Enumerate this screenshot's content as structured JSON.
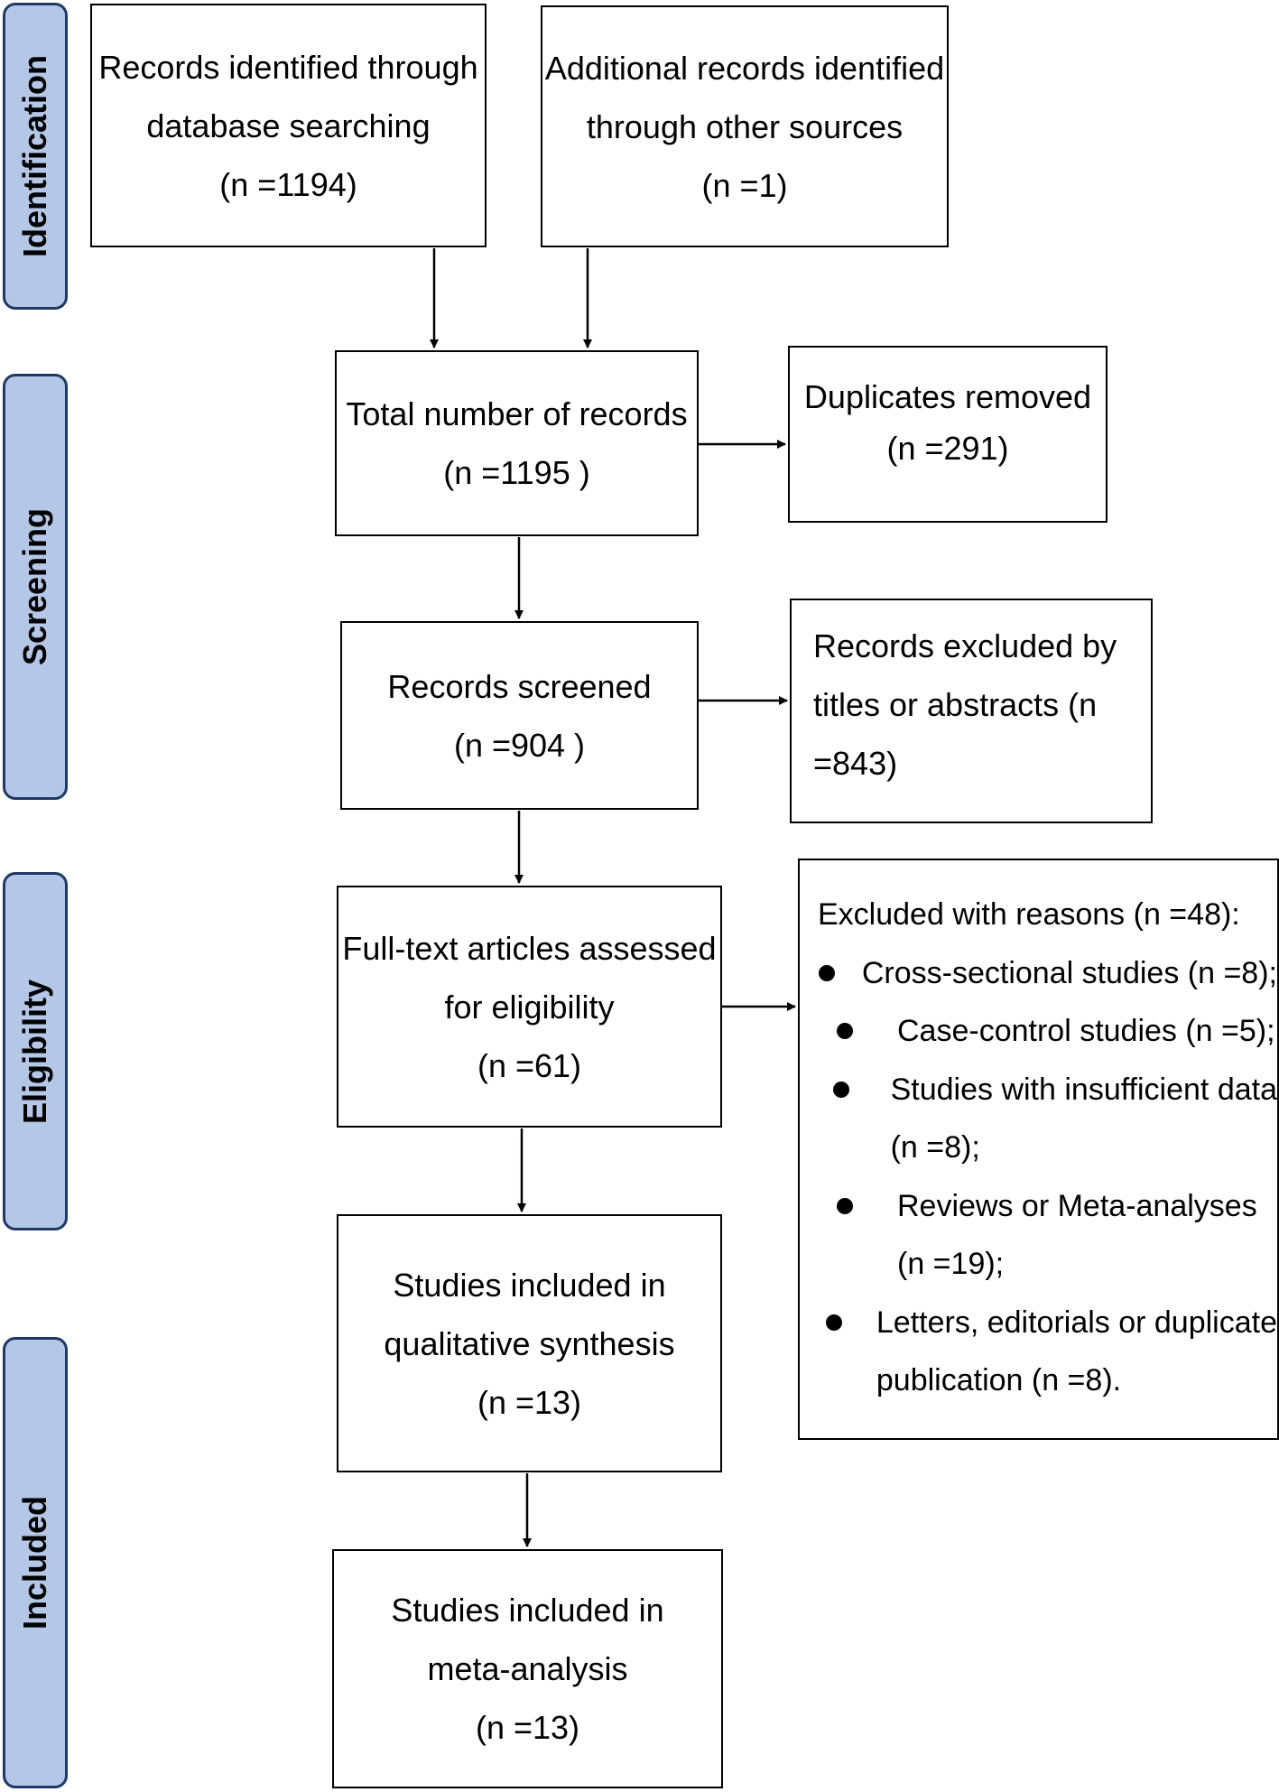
{
  "stages": {
    "identification": "Identification",
    "screening": "Screening",
    "eligibility": "Eligibility",
    "included": "Included"
  },
  "boxes": {
    "database": [
      "Records identified through",
      "database searching",
      "(n =1194)"
    ],
    "other": [
      "Additional records identified",
      "through other sources",
      "(n =1)"
    ],
    "total": [
      "Total number of records",
      "(n =1195 )"
    ],
    "duplicates": [
      "Duplicates removed",
      "(n =291)"
    ],
    "screened": [
      "Records screened",
      "(n =904 )"
    ],
    "excluded_titles": [
      "Records excluded by",
      "titles or abstracts (n",
      "=843)"
    ],
    "fulltext": [
      "Full-text articles assessed",
      "for eligibility",
      "(n =61)"
    ],
    "qualitative": [
      "Studies included in",
      "qualitative synthesis",
      "(n =13)"
    ],
    "meta": [
      "Studies included in",
      "meta-analysis",
      "(n =13)"
    ]
  },
  "excluded_reasons": {
    "heading": "Excluded with reasons (n =48):",
    "items": [
      [
        "Cross-sectional studies (n =8);"
      ],
      [
        "Case-control studies (n =5);"
      ],
      [
        "Studies with insufficient data",
        "(n =8);"
      ],
      [
        "Reviews or Meta-analyses",
        "(n =19);"
      ],
      [
        "Letters, editorials or duplicate",
        "publication (n =8)."
      ]
    ]
  }
}
